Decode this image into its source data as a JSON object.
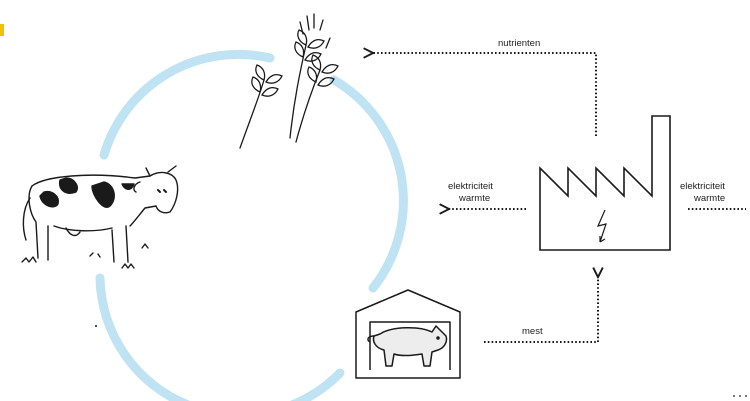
{
  "labels": {
    "nutrients": "nutrienten",
    "electricity_left": "elektriciteit",
    "heat_left": "warmte",
    "electricity_right": "elektriciteit",
    "heat_right": "warmte",
    "manure": "mest"
  },
  "icons": {
    "cycle": "cycle-ring",
    "crop": "wheat-icon",
    "livestock": "cow-icon",
    "pig_stable": "pig-barn-icon",
    "factory": "factory-icon",
    "power": "lightning-icon"
  },
  "colors": {
    "cycle_ring": "#bfe3f3",
    "line": "#1a1a1a",
    "accent": "#f2c200"
  }
}
